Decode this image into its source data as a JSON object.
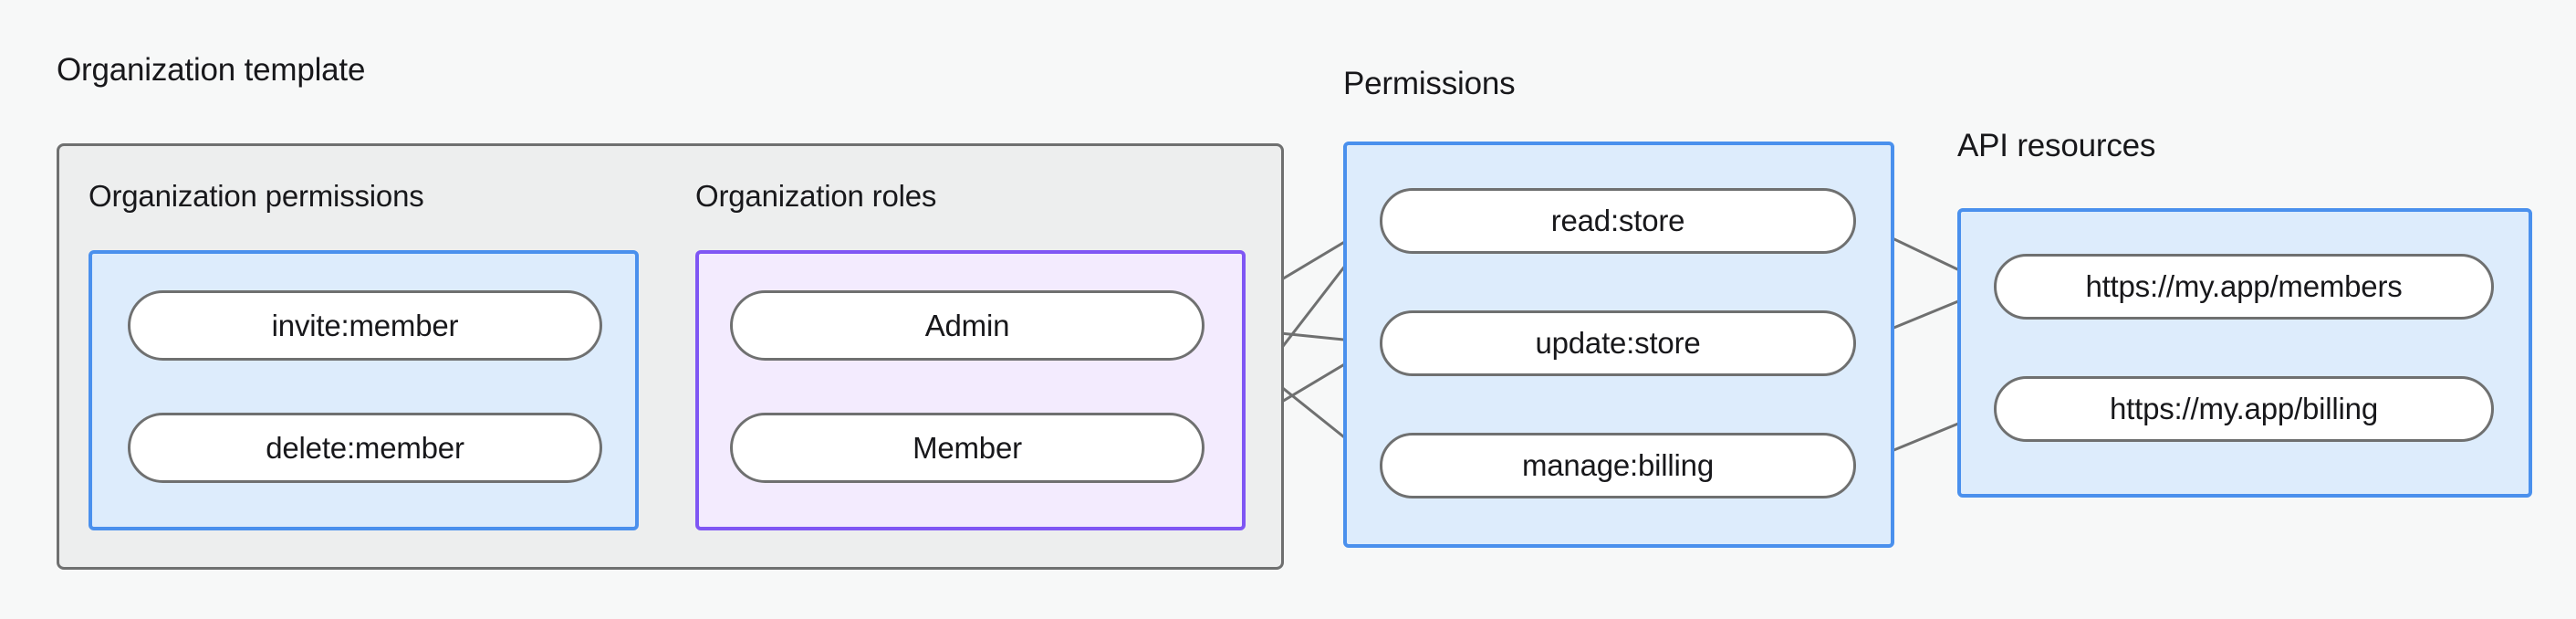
{
  "diagram": {
    "title_groups": [
      {
        "key": "org_template",
        "label": "Organization template"
      },
      {
        "key": "permissions",
        "label": "Permissions"
      },
      {
        "key": "api_resources",
        "label": "API resources"
      }
    ],
    "sub_groups": [
      {
        "key": "org_permissions",
        "label": "Organization permissions"
      },
      {
        "key": "org_roles",
        "label": "Organization roles"
      }
    ],
    "nodes": {
      "org_permissions": [
        {
          "id": "invite_member",
          "label": "invite:member"
        },
        {
          "id": "delete_member",
          "label": "delete:member"
        }
      ],
      "org_roles": [
        {
          "id": "admin",
          "label": "Admin"
        },
        {
          "id": "member",
          "label": "Member"
        }
      ],
      "permissions": [
        {
          "id": "read_store",
          "label": "read:store"
        },
        {
          "id": "update_store",
          "label": "update:store"
        },
        {
          "id": "manage_billing",
          "label": "manage:billing"
        }
      ],
      "api_resources": [
        {
          "id": "res_members",
          "label": "https://my.app/members"
        },
        {
          "id": "res_billing",
          "label": "https://my.app/billing"
        }
      ]
    },
    "edges": [
      {
        "from": "invite_member",
        "to": "admin"
      },
      {
        "from": "invite_member",
        "to": "member"
      },
      {
        "from": "delete_member",
        "to": "member"
      },
      {
        "from": "admin",
        "to": "read_store"
      },
      {
        "from": "admin",
        "to": "update_store"
      },
      {
        "from": "admin",
        "to": "manage_billing"
      },
      {
        "from": "member",
        "to": "read_store"
      },
      {
        "from": "member",
        "to": "update_store"
      },
      {
        "from": "read_store",
        "to": "res_members"
      },
      {
        "from": "update_store",
        "to": "res_members"
      },
      {
        "from": "manage_billing",
        "to": "res_billing"
      }
    ],
    "colors": {
      "page_background": "#f7f8f8",
      "outer_container_fill": "#edeeee",
      "outer_container_border": "#6f7070",
      "blue_fill": "#ddecfc",
      "blue_border": "#4a90ed",
      "purple_fill": "#f3ebfe",
      "purple_border": "#7f56f4",
      "node_fill": "#ffffff",
      "node_border": "#6f7070",
      "edge_stroke": "#6f7070",
      "text": "#18181b"
    }
  }
}
